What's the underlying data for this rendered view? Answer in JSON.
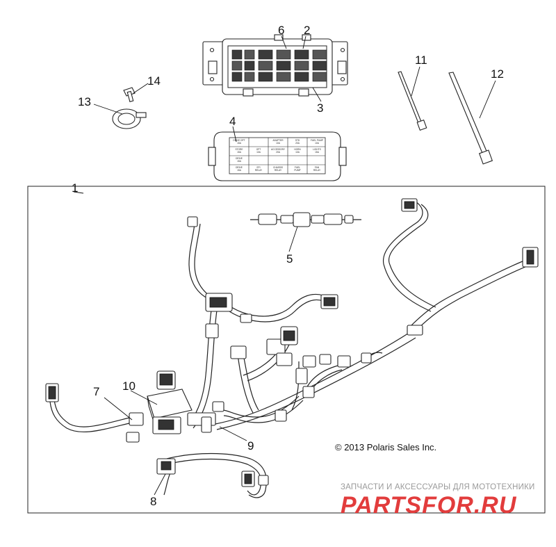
{
  "callouts": [
    "1",
    "2",
    "3",
    "4",
    "5",
    "6",
    "7",
    "8",
    "9",
    "10",
    "11",
    "12",
    "13",
    "14"
  ],
  "copyright": "© 2013 Polaris Sales Inc.",
  "watermark": {
    "tagline": "ЗАПЧАСТИ И АКСЕССУАРЫ ДЛЯ МОТОТЕХНИКИ",
    "logo": "PARTSFOR.RU",
    "logo_color": "#e23c3c"
  },
  "fuse_box_4_cells": [
    "DRIVE OPT / 15A",
    "",
    "ADAPTER / 10A",
    "STD / 20A",
    "FUEL PUMP / 10A",
    "STORE / 15A",
    "OPT / 10A",
    "ACCESSORY / 20A",
    "HORN / 10A",
    "LIGHTS / 15A",
    "DRIVE / 15A",
    "",
    "",
    "",
    "",
    "DRIVE / 15A",
    "EFI / RELAY",
    "CHASSIS / RELAY",
    "FUEL / PUMP",
    "FAN / RELAY"
  ]
}
